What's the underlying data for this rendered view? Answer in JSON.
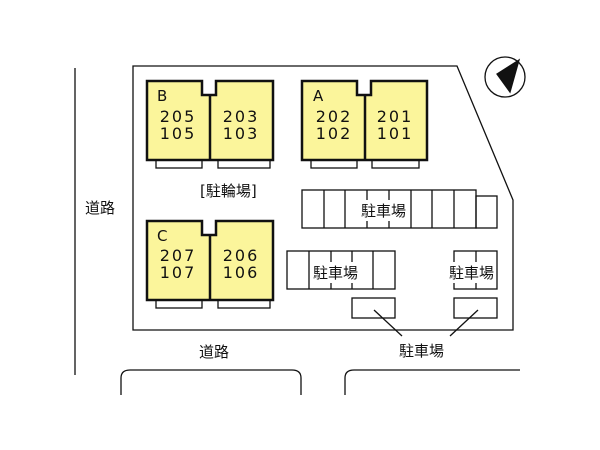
{
  "colors": {
    "building": "#fbf59b",
    "line": "#111111"
  },
  "buildings": [
    {
      "name": "B",
      "units": [
        {
          "upper": "205",
          "lower": "105"
        },
        {
          "upper": "203",
          "lower": "103"
        }
      ]
    },
    {
      "name": "A",
      "units": [
        {
          "upper": "202",
          "lower": "102"
        },
        {
          "upper": "201",
          "lower": "101"
        }
      ]
    },
    {
      "name": "C",
      "units": [
        {
          "upper": "207",
          "lower": "107"
        },
        {
          "upper": "206",
          "lower": "106"
        }
      ]
    }
  ],
  "labels": {
    "bicycle_parking": "[駐輪場]",
    "parking_top": "駐車場",
    "parking_middle": "駐車場",
    "parking_right": "駐車場",
    "parking_bottom": "駐車場",
    "road_left": "道路",
    "road_bottom": "道路"
  },
  "icons": {
    "compass": "north-arrow-icon"
  }
}
